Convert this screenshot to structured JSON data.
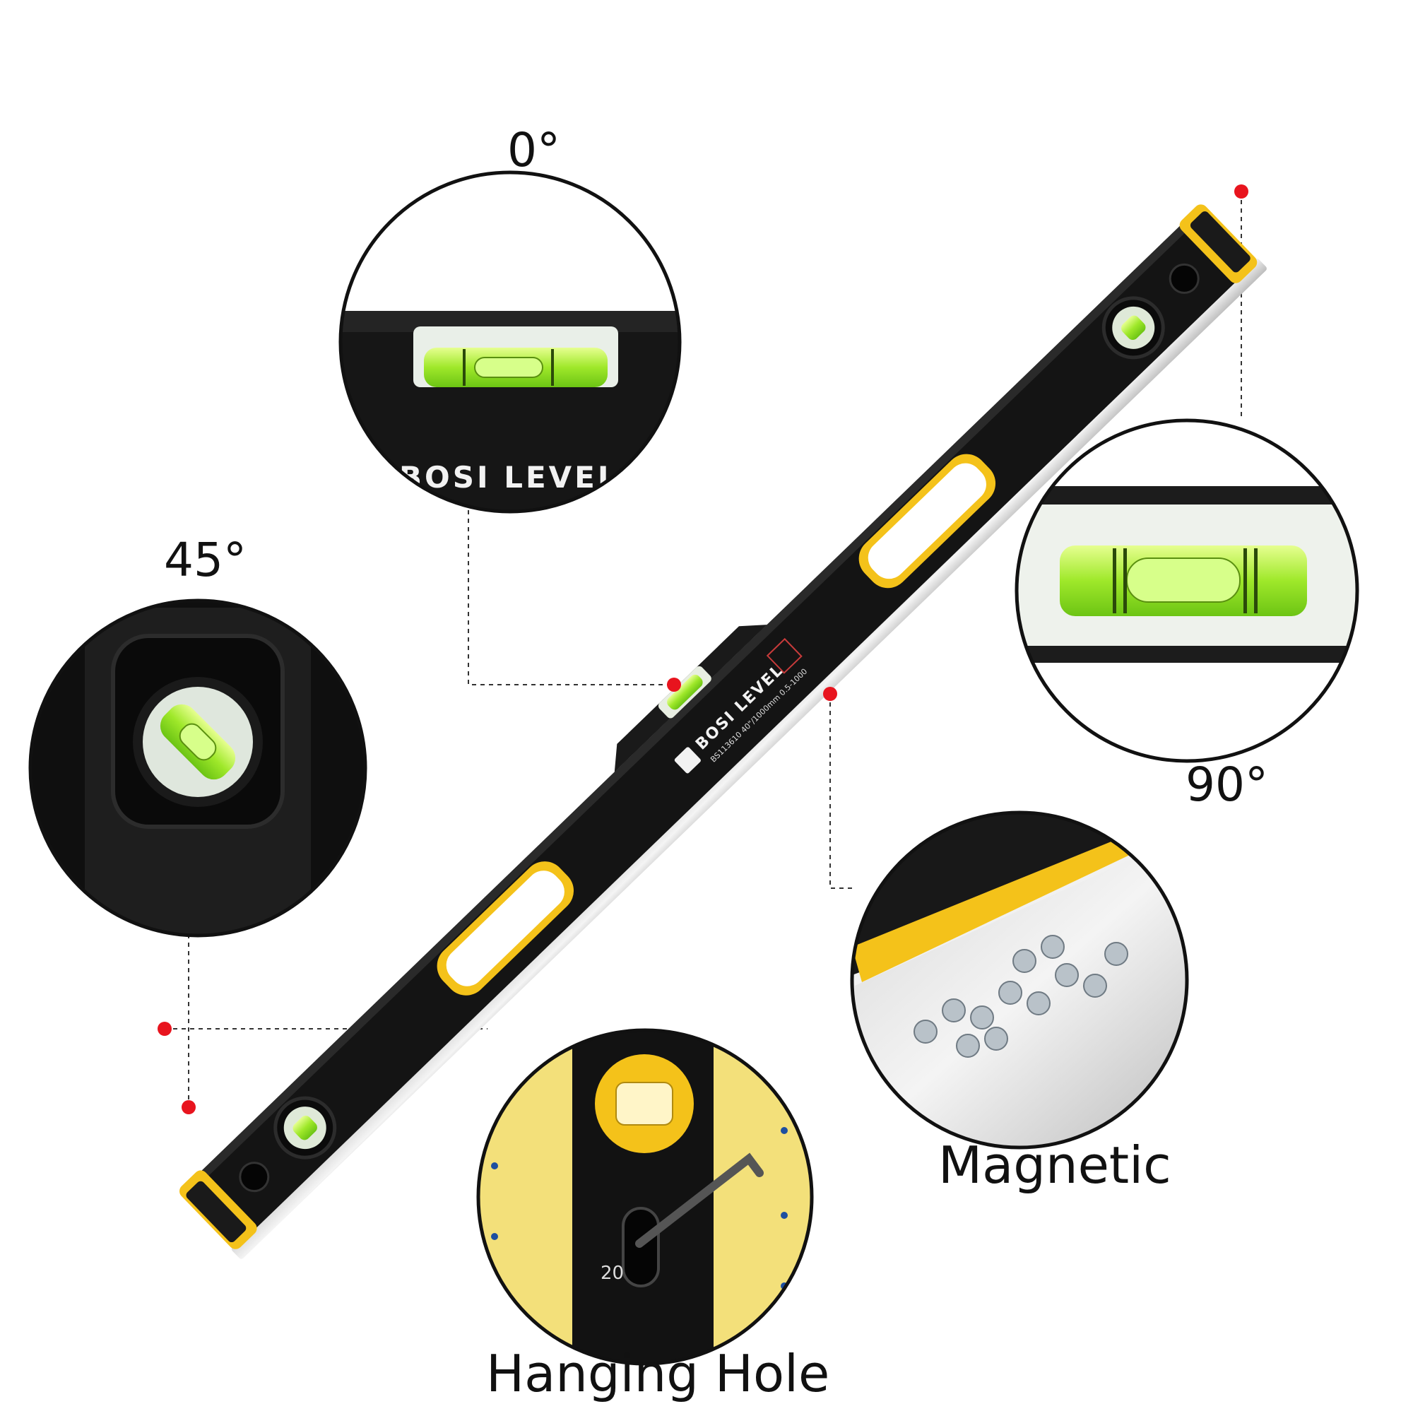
{
  "labels": {
    "angle_0": "0°",
    "angle_45": "45°",
    "angle_90": "90°",
    "magnetic": "Magnetic",
    "hanging_hole": "Hanging Hole"
  },
  "product": {
    "brand_text": "BOSI LEVEL",
    "model_text": "BS113610 40\"/1000mm 0.5-1000"
  },
  "detail_circles": {
    "zero": {
      "brand_text": "BOSI LEVEL"
    },
    "hanging": {
      "ruler_number": "20"
    }
  },
  "colors": {
    "level_body": "#141414",
    "accent_yellow": "#f4c21a",
    "vial_green": "#b6f23a",
    "marker_red": "#e8141e",
    "label_text": "#111111"
  }
}
